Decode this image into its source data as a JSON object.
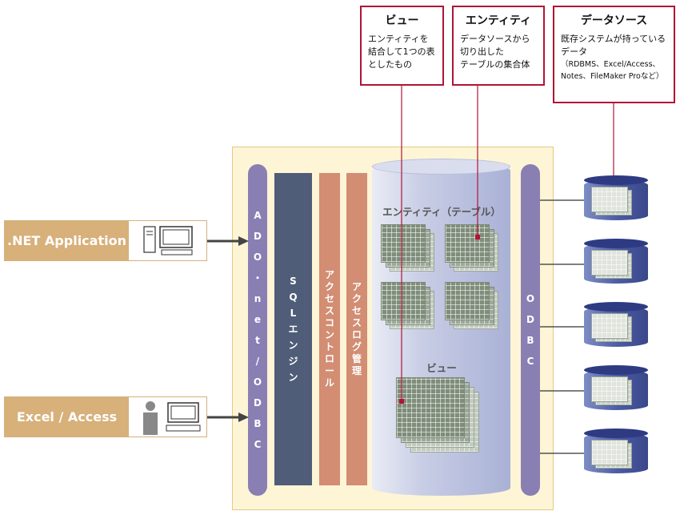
{
  "callouts": {
    "view": {
      "title": "ビュー",
      "desc": "エンティティを\n結合して1つの表\nとしたもの"
    },
    "entity": {
      "title": "エンティティ",
      "desc": "データソースから\n切り出した\nテーブルの集合体"
    },
    "datasource": {
      "title": "データソース",
      "desc": "既存システムが持っている\nデータ",
      "desc2": "（RDBMS、Excel/Access、\nNotes、FileMaker Proなど）"
    }
  },
  "apps": {
    "net": ".NET Application",
    "excel": "Excel / Access"
  },
  "layers": {
    "ado": [
      "A",
      "D",
      "O",
      "・",
      "n",
      "e",
      "t",
      "/",
      "O",
      "D",
      "B",
      "C"
    ],
    "sql": [
      "S",
      "Q",
      "L",
      "エ",
      "ン",
      "ジ",
      "ン"
    ],
    "access_control": [
      "ア",
      "ク",
      "セ",
      "ス",
      "コ",
      "ン",
      "ト",
      "ロ",
      "ー",
      "ル"
    ],
    "access_log": [
      "ア",
      "ク",
      "セ",
      "ス",
      "ロ",
      "グ",
      "管",
      "理"
    ],
    "odbc": [
      "O",
      "D",
      "B",
      "C"
    ]
  },
  "cylinder": {
    "entity_label": "エンティティ（テーブル）",
    "view_label": "ビュー"
  },
  "colors": {
    "callout_border": "#b01535",
    "pill": "#8a7fb3",
    "sql_bar": "#4f5d78",
    "access_bar": "#d28d73",
    "app_label": "#d7b07a",
    "db": "#3a478a"
  }
}
